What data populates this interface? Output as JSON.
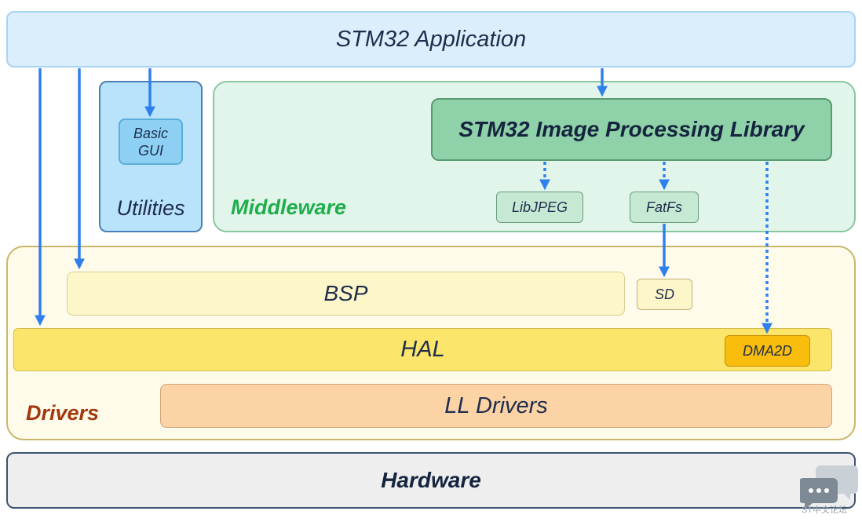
{
  "application": {
    "label": "STM32 Application"
  },
  "utilities": {
    "label": "Utilities",
    "basic_gui_line1": "Basic",
    "basic_gui_line2": "GUI"
  },
  "middleware": {
    "label": "Middleware",
    "image_processing_library": "STM32 Image Processing Library",
    "libjpeg": "LibJPEG",
    "fatfs": "FatFs"
  },
  "drivers": {
    "label": "Drivers",
    "bsp": "BSP",
    "sd": "SD",
    "hal": "HAL",
    "dma2d": "DMA2D",
    "ll_drivers": "LL Drivers"
  },
  "hardware": {
    "label": "Hardware"
  },
  "watermark": {
    "text": "ST中文论坛"
  },
  "colors": {
    "arrow": "#2f80ed",
    "middleware_text": "#1fae4c",
    "drivers_text": "#a2380e"
  },
  "icons": {
    "watermark": "chat-bubbles-icon"
  }
}
